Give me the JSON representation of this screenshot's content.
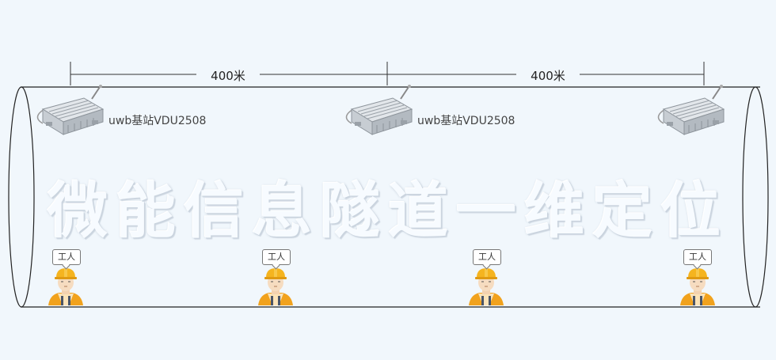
{
  "title": "微能信息隧道一维定位",
  "distances": [
    "400米",
    "400米"
  ],
  "stations": [
    {
      "label": "uwb基站VDU2508"
    },
    {
      "label": "uwb基站VDU2508"
    },
    {
      "label": ""
    }
  ],
  "workers": [
    {
      "label": "工人"
    },
    {
      "label": "工人"
    },
    {
      "label": "工人"
    },
    {
      "label": "工人"
    }
  ],
  "colors": {
    "background": "#f1f7fc",
    "helmet": "#f5b41f",
    "vest": "#f1a21d",
    "line": "#222222"
  },
  "icons": {
    "station": "uwb-base-station-icon",
    "worker": "worker-icon"
  }
}
